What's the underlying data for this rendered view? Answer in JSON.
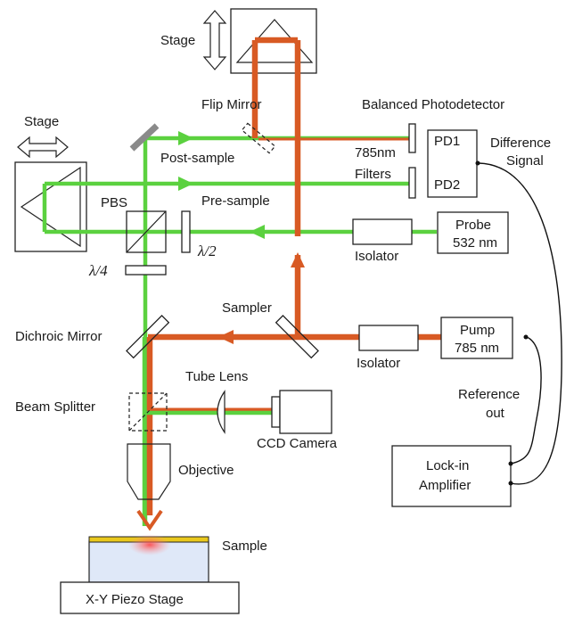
{
  "labels": {
    "stage_top": "Stage",
    "stage_left": "Stage",
    "flip_mirror": "Flip Mirror",
    "balanced_photodetector": "Balanced Photodetector",
    "pd1": "PD1",
    "pd2": "PD2",
    "difference": "Difference",
    "signal": "Signal",
    "filters_785": "785nm",
    "filters": "Filters",
    "post_sample": "Post-sample",
    "pre_sample": "Pre-sample",
    "pbs": "PBS",
    "lambda_half": "λ/2",
    "lambda_quarter": "λ/4",
    "isolator_probe": "Isolator",
    "probe_line1": "Probe",
    "probe_line2": "532 nm",
    "sampler": "Sampler",
    "dichroic_mirror": "Dichroic Mirror",
    "pump_line1": "Pump",
    "pump_line2": "785 nm",
    "isolator_pump": "Isolator",
    "reference": "Reference",
    "out": "out",
    "tube_lens": "Tube Lens",
    "beam_splitter": "Beam Splitter",
    "ccd_camera": "CCD Camera",
    "objective": "Objective",
    "sample": "Sample",
    "lockin_line1": "Lock-in",
    "lockin_line2": "Amplifier",
    "xy_piezo_stage": "X-Y Piezo Stage"
  },
  "colors": {
    "probe_beam": "#5bd13f",
    "pump_beam": "#d85a24",
    "sample_film": "#e9c81c",
    "sample_substrate": "#dfe8f8"
  }
}
